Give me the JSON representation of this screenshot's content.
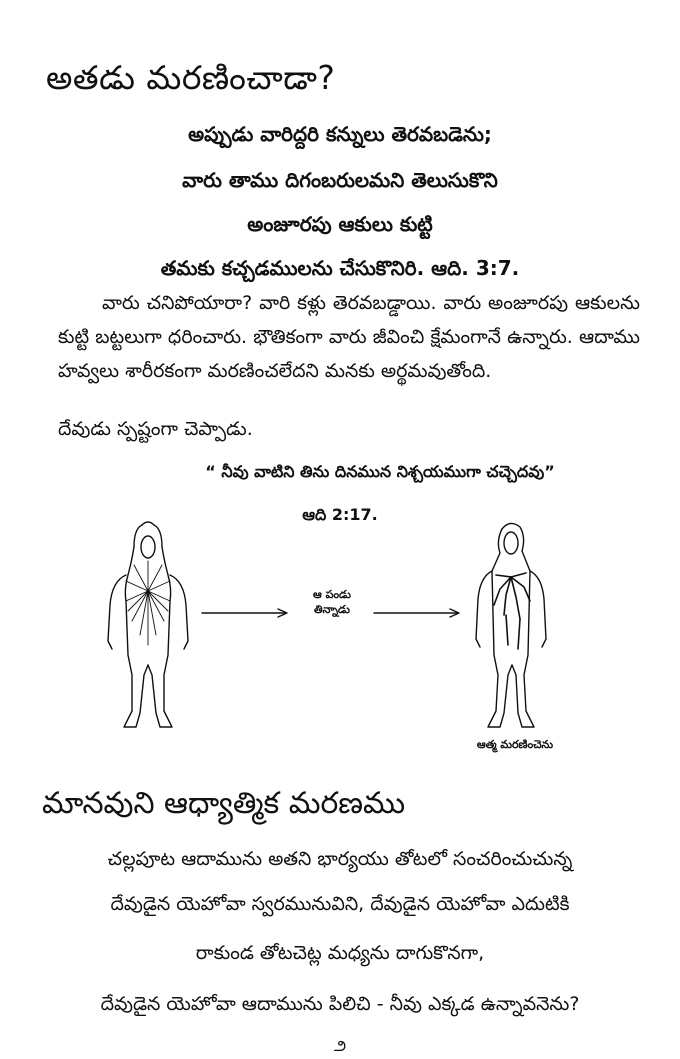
{
  "heading1": "అతడు మరణించాడా?",
  "verse_lines": [
    "అప్పుడు వారిద్దరి కన్నులు తెరవబడెను;",
    "వారు తాము దిగంబరులమని తెలుసుకొని",
    "అంజూరపు ఆకులు కుట్టి",
    "తమకు కచ్చడములను చేసుకొనిరి. ఆది. 3:7."
  ],
  "paragraph": "వారు చనిపోయారా? వారి కళ్లు తెరవబడ్డాయి. వారు అంజూరపు ఆకులను కుట్టి బట్టలుగా ధరించారు. భౌతికంగా వారు జీవించి క్షేమంగానే ఉన్నారు. ఆదాము హవ్వలు శారీరకంగా మరణించలేదని మనకు అర్థమవుతోంది.",
  "paragraph_last": "దేవుడు స్పష్టంగా చెప్పాడు.",
  "quote": "“ నీవు వాటిని తిను దినమున నిశ్చయముగా చచ్చెదవు”",
  "quote_ref": "ఆది 2:17.",
  "figure": {
    "arrow_label_1": "ఆ పండు",
    "arrow_label_2": "తిన్నాడు",
    "right_caption": "ఆత్మ మరణించెను"
  },
  "heading2": "మానవుని ఆధ్యాత్మిక మరణము",
  "body2_lines": [
    "చల్లపూట ఆదామును అతని భార్యయు తోటలో సంచరించుచున్న",
    "దేవుడైన యెహోవా స్వరమునువిని, దేవుడైన యెహోవా ఎదుటికి",
    "రాకుండ తోటచెట్ల మధ్యను దాగుకొనగా,",
    "దేవుడైన యెహోవా ఆదామును పిలిచి - నీవు ఎక్కడ ఉన్నావనెను?"
  ],
  "page_number": "౨"
}
